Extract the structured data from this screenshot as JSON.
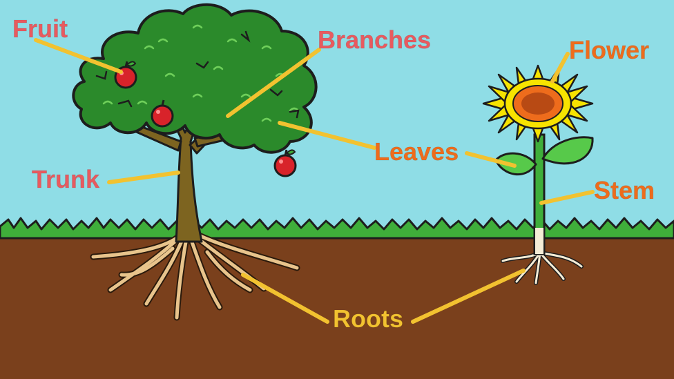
{
  "labels": {
    "fruit": "Fruit",
    "branches": "Branches",
    "flower": "Flower",
    "leaves": "Leaves",
    "trunk": "Trunk",
    "stem": "Stem",
    "roots": "Roots"
  },
  "colors": {
    "sky": "#8fdde6",
    "soil": "#7a401c",
    "grass": "#3fae3a",
    "tree_parts_label": "#e85a5f",
    "flower_parts_label": "#ee6c1c",
    "roots_label": "#f2c230",
    "pointer": "#f2c230"
  }
}
